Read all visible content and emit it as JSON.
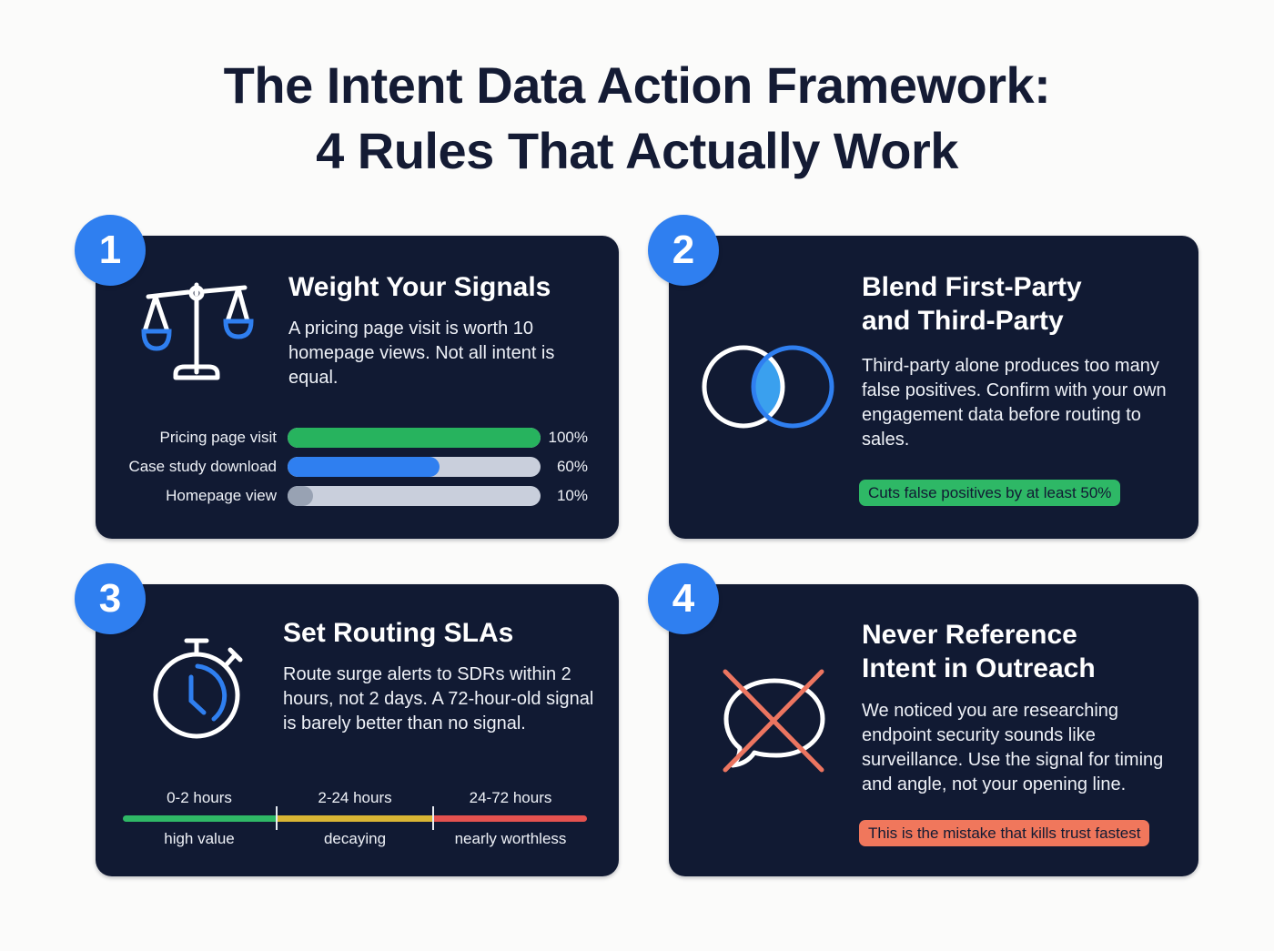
{
  "header": {
    "title_line1": "The Intent Data Action Framework:",
    "title_line2": "4 Rules That Actually Work"
  },
  "colors": {
    "background": "#fbfbfa",
    "card": "#111a33",
    "title": "#141b34",
    "badge": "#2f7ff0",
    "green": "#2eb866",
    "blue": "#2f7ff0",
    "yellow": "#d9b534",
    "red": "#e5524f",
    "coral": "#f0775c",
    "track": "#c9cfdc"
  },
  "rules": [
    {
      "number": "1",
      "icon": "scales-icon",
      "title": "Weight Your Signals",
      "body": "A pricing page visit is worth 10 homepage views. Not all intent is equal.",
      "bars": [
        {
          "label": "Pricing page visit",
          "value": "100%",
          "percent": 100,
          "color": "#27b35e"
        },
        {
          "label": "Case study download",
          "value": "60%",
          "percent": 60,
          "color": "#2f7ff0"
        },
        {
          "label": "Homepage view",
          "value": "10%",
          "percent": 10,
          "color": "#98a2b3"
        }
      ]
    },
    {
      "number": "2",
      "icon": "venn-diagram-icon",
      "title_line1": "Blend First-Party",
      "title_line2": "and Third-Party",
      "body": "Third-party alone produces too many false positives. Confirm with your own engagement data before routing to sales.",
      "pill": "Cuts false positives by at least 50%"
    },
    {
      "number": "3",
      "icon": "stopwatch-icon",
      "title": "Set Routing SLAs",
      "body": "Route surge alerts to SDRs within 2 hours, not 2 days. A 72-hour-old signal is barely better than no signal.",
      "timeline": [
        {
          "range": "0-2 hours",
          "label": "high value",
          "color": "#2fb866"
        },
        {
          "range": "2-24 hours",
          "label": "decaying",
          "color": "#d9b534"
        },
        {
          "range": "24-72 hours",
          "label": "nearly worthless",
          "color": "#e5524f"
        }
      ]
    },
    {
      "number": "4",
      "icon": "crossed-out-speech-bubble-icon",
      "title_line1": "Never Reference",
      "title_line2": "Intent in Outreach",
      "body": "We noticed you are researching endpoint security sounds like surveillance. Use the signal for timing and angle, not your opening line.",
      "pill": "This is the mistake that kills trust fastest"
    }
  ]
}
